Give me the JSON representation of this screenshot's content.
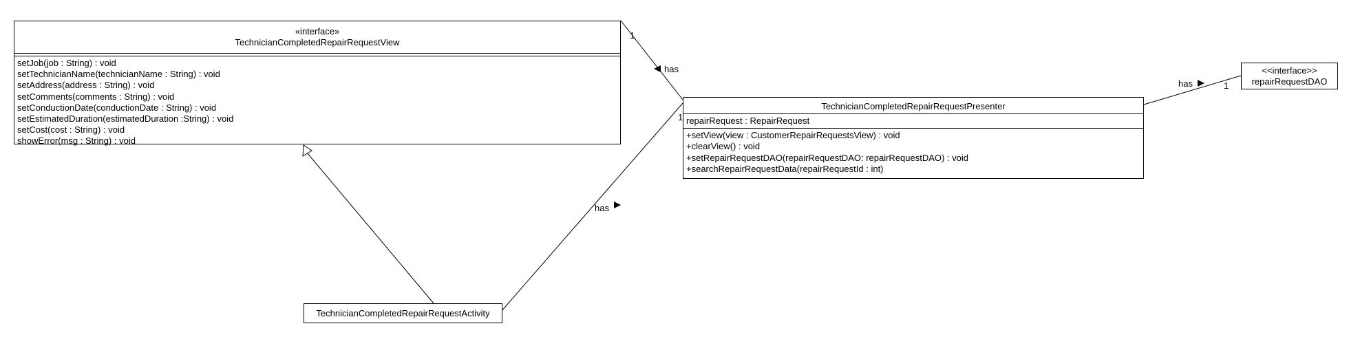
{
  "view": {
    "stereotype": "«interface»",
    "name": "TechnicianCompletedRepairRequestView",
    "operations": [
      "setJob(job : String) : void",
      "setTechnicianName(technicianName : String) : void",
      "setAddress(address : String) : void",
      "setComments(comments : String) : void",
      "setConductionDate(conductionDate : String) : void",
      "setEstimatedDuration(estimatedDuration :String) : void",
      "setCost(cost : String) : void",
      "showError(msg : String) : void"
    ]
  },
  "presenter": {
    "name": "TechnicianCompletedRepairRequestPresenter",
    "attributes": [
      "repairRequest : RepairRequest"
    ],
    "operations": [
      "+setView(view : CustomerRepairRequestsView) : void",
      "+clearView() : void",
      "+setRepairRequestDAO(repairRequestDAO: repairRequestDAO) : void",
      "+searchRepairRequestData(repairRequestId : int)"
    ]
  },
  "dao": {
    "stereotype": "<<interface>>",
    "name": "repairRequestDAO"
  },
  "activity": {
    "name": "TechnicianCompletedRepairRequestActivity"
  },
  "associations": {
    "presenter_view": {
      "label": "has",
      "multiplicity_view": "1",
      "direction": "left"
    },
    "activity_presenter": {
      "label": "has",
      "multiplicity_presenter": "1",
      "direction": "right"
    },
    "presenter_dao": {
      "label": "has",
      "multiplicity_dao": "1",
      "direction": "right"
    }
  },
  "generalizations": [
    {
      "from": "TechnicianCompletedRepairRequestActivity",
      "to": "TechnicianCompletedRepairRequestView"
    }
  ]
}
